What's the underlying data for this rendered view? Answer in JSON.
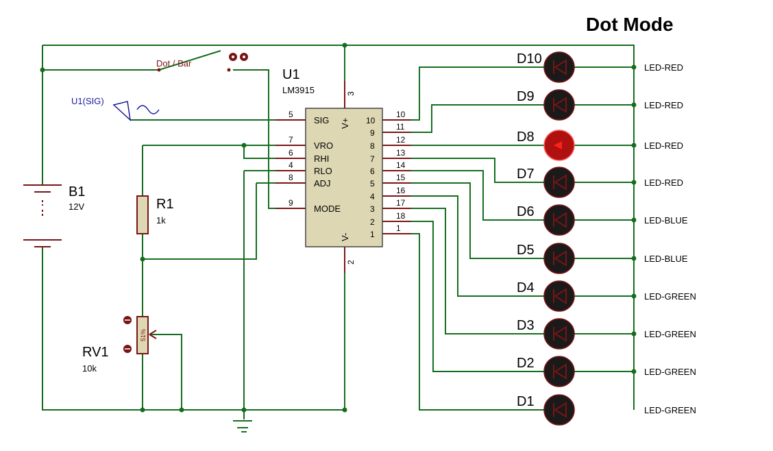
{
  "title": "Dot Mode",
  "switch": {
    "label": "Dot / Bar"
  },
  "ic": {
    "ref": "U1",
    "part": "LM3915",
    "pin_top": "3",
    "pin_bottom": "2",
    "vplus": "V+",
    "vminus": "V-",
    "left_pins": [
      {
        "num": "5",
        "name": "SIG"
      },
      {
        "num": "7",
        "name": "VRO"
      },
      {
        "num": "6",
        "name": "RHI"
      },
      {
        "num": "4",
        "name": "RLO"
      },
      {
        "num": "8",
        "name": "ADJ"
      },
      {
        "num": "9",
        "name": "MODE"
      }
    ],
    "right_pins": [
      {
        "inside": "10",
        "outside": "10"
      },
      {
        "inside": "9",
        "outside": "11"
      },
      {
        "inside": "8",
        "outside": "12"
      },
      {
        "inside": "7",
        "outside": "13"
      },
      {
        "inside": "6",
        "outside": "14"
      },
      {
        "inside": "5",
        "outside": "15"
      },
      {
        "inside": "4",
        "outside": "16"
      },
      {
        "inside": "3",
        "outside": "17"
      },
      {
        "inside": "2",
        "outside": "18"
      },
      {
        "inside": "1",
        "outside": "1"
      }
    ]
  },
  "signal": {
    "label": "U1(SIG)"
  },
  "battery": {
    "ref": "B1",
    "value": "12V"
  },
  "resistor": {
    "ref": "R1",
    "value": "1k"
  },
  "pot": {
    "ref": "RV1",
    "value": "10k",
    "position": "51%"
  },
  "leds": [
    {
      "ref": "D10",
      "type": "LED-RED",
      "lit": false
    },
    {
      "ref": "D9",
      "type": "LED-RED",
      "lit": false
    },
    {
      "ref": "D8",
      "type": "LED-RED",
      "lit": true
    },
    {
      "ref": "D7",
      "type": "LED-RED",
      "lit": false
    },
    {
      "ref": "D6",
      "type": "LED-BLUE",
      "lit": false
    },
    {
      "ref": "D5",
      "type": "LED-BLUE",
      "lit": false
    },
    {
      "ref": "D4",
      "type": "LED-GREEN",
      "lit": false
    },
    {
      "ref": "D3",
      "type": "LED-GREEN",
      "lit": false
    },
    {
      "ref": "D2",
      "type": "LED-GREEN",
      "lit": false
    },
    {
      "ref": "D1",
      "type": "LED-GREEN",
      "lit": false
    }
  ],
  "colors": {
    "wire": "#156d1f",
    "component": "#7a1414",
    "led_off": "#1a1a1a",
    "led_on": "#b01010",
    "probe": "#1b1b9c"
  }
}
